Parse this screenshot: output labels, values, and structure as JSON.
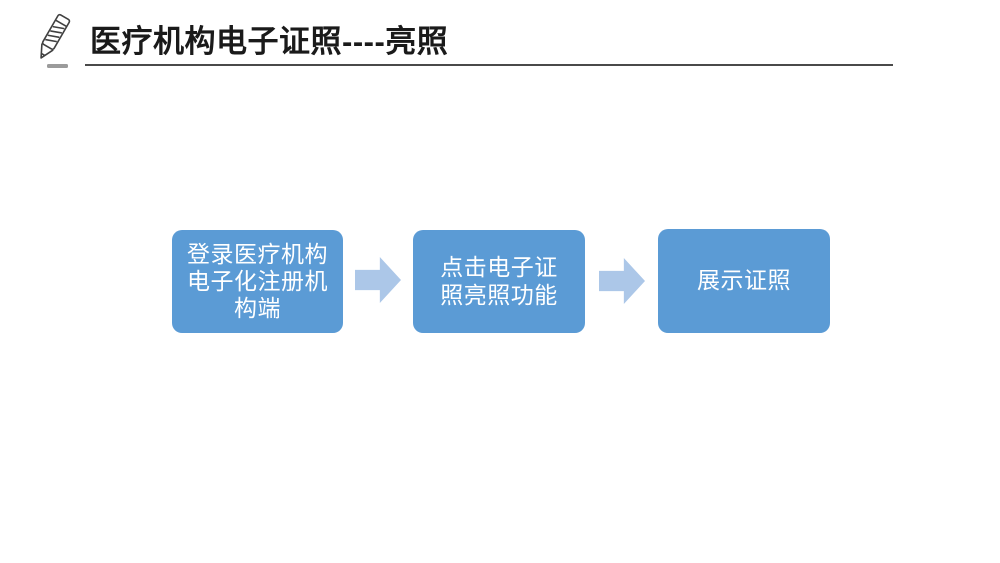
{
  "slide": {
    "title": "医疗机构电子证照----亮照"
  },
  "icons": {
    "title_icon": "pencil-icon",
    "connector_icon": "arrow-right-icon"
  },
  "colors": {
    "background": "#FFFFFF",
    "title_text": "#1A1A1A",
    "title_rule": "#4A4A4A",
    "box_fill": "#5B9BD5",
    "box_text": "#FFFFFF",
    "arrow_fill": "#ACC7E8"
  },
  "flow": {
    "steps": [
      {
        "label": "登录医疗机构电子化注册机构端"
      },
      {
        "label": "点击电子证照亮照功能"
      },
      {
        "label": "展示证照"
      }
    ]
  }
}
